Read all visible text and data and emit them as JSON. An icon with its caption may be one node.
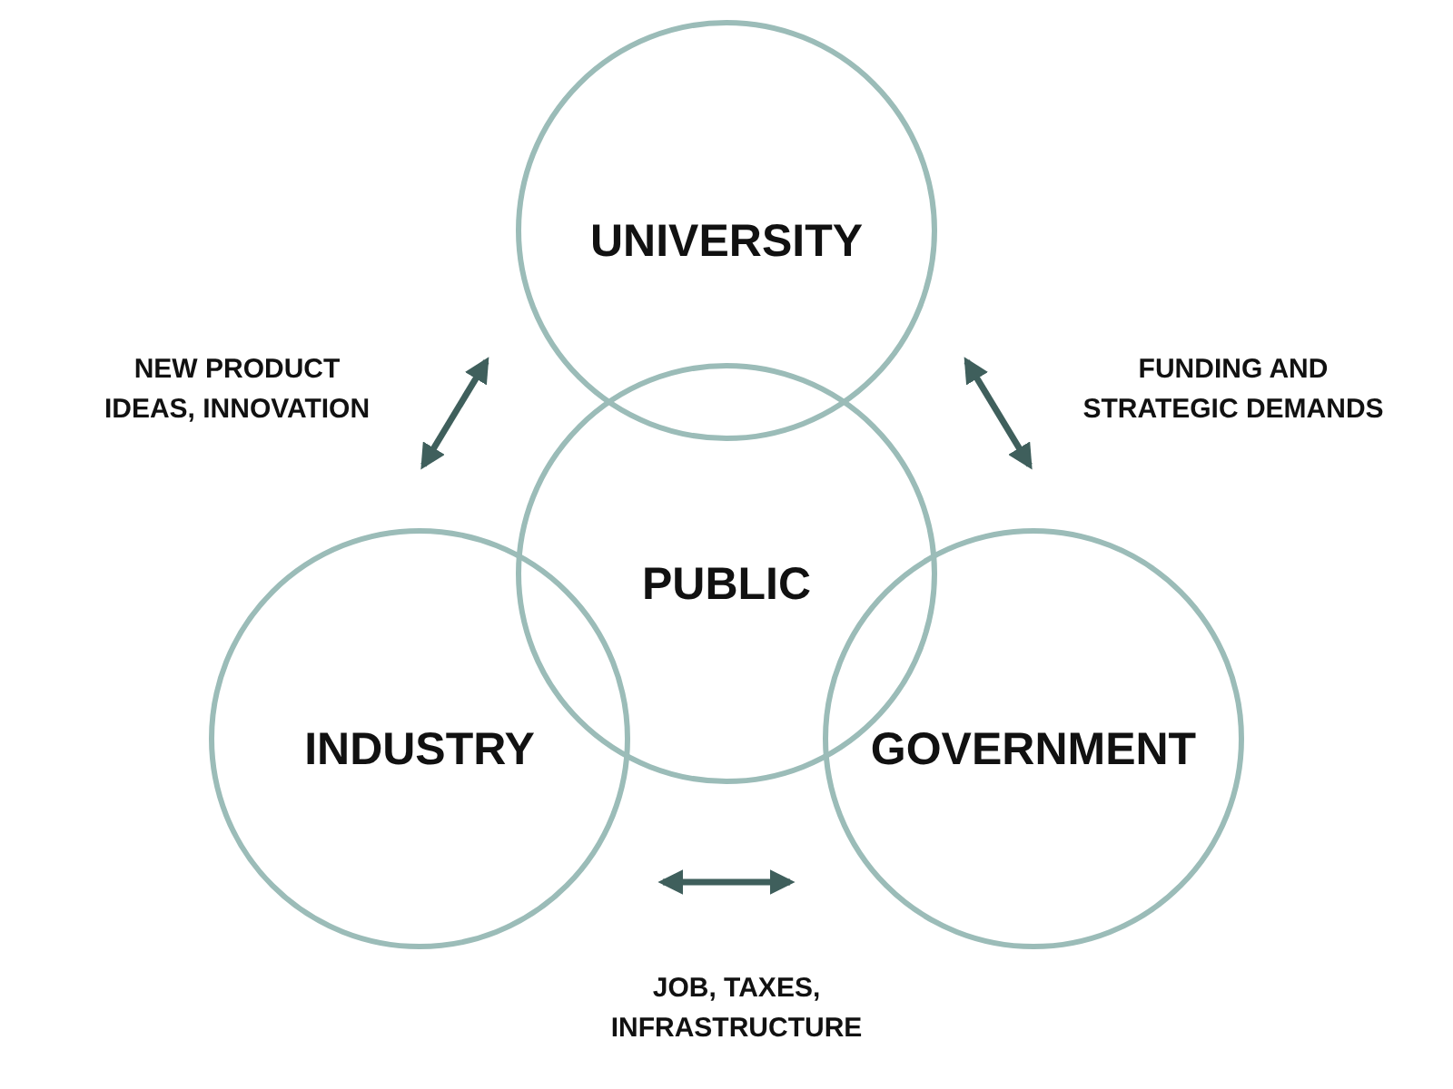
{
  "diagram": {
    "nodes": [
      {
        "text": [
          "UNIVERSITY"
        ]
      },
      {
        "text": [
          "PUBLIC"
        ]
      },
      {
        "text": [
          "INDUSTRY"
        ]
      },
      {
        "text": [
          "GOVERNMENT"
        ]
      }
    ],
    "edges": [
      {
        "from": 2,
        "to": 0,
        "arrow": "both",
        "label": "NEW PRODUCT IDEAS, INNOVATION"
      },
      {
        "from": 0,
        "to": 3,
        "arrow": "both",
        "label": "FUNDING AND STRATEGIC DEMANDS"
      },
      {
        "from": 2,
        "to": 3,
        "arrow": "both",
        "label": "JOB, TAXES, INFRASTRUCTURE"
      }
    ]
  }
}
